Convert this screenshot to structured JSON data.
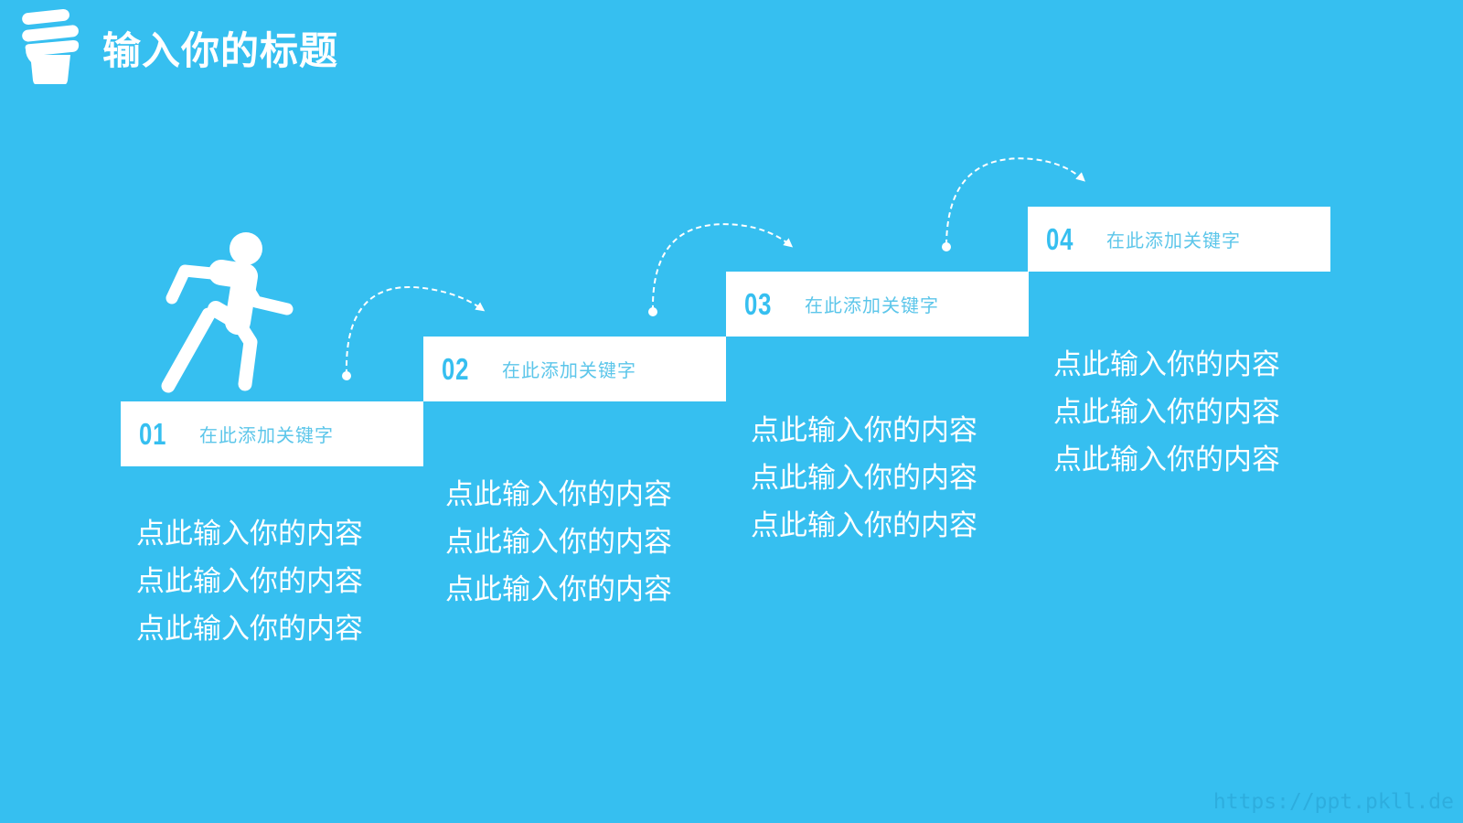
{
  "header": {
    "logo_icon": "lightbulb-icon",
    "title": "输入你的标题"
  },
  "illustration": {
    "icon": "walking-person-icon"
  },
  "steps": [
    {
      "number": "01",
      "keyword": "在此添加关键字",
      "content": [
        "点此输入你的内容",
        "点此输入你的内容",
        "点此输入你的内容"
      ]
    },
    {
      "number": "02",
      "keyword": "在此添加关键字",
      "content": [
        "点此输入你的内容",
        "点此输入你的内容",
        "点此输入你的内容"
      ]
    },
    {
      "number": "03",
      "keyword": "在此添加关键字",
      "content": [
        "点此输入你的内容",
        "点此输入你的内容",
        "点此输入你的内容"
      ]
    },
    {
      "number": "04",
      "keyword": "在此添加关键字",
      "content": [
        "点此输入你的内容",
        "点此输入你的内容",
        "点此输入你的内容"
      ]
    }
  ],
  "watermark": "https://ppt.pkll.de",
  "colors": {
    "background": "#36bff0",
    "box": "#ffffff",
    "number": "#36bff0",
    "keyword": "#5cc6ea",
    "text": "#ffffff"
  }
}
